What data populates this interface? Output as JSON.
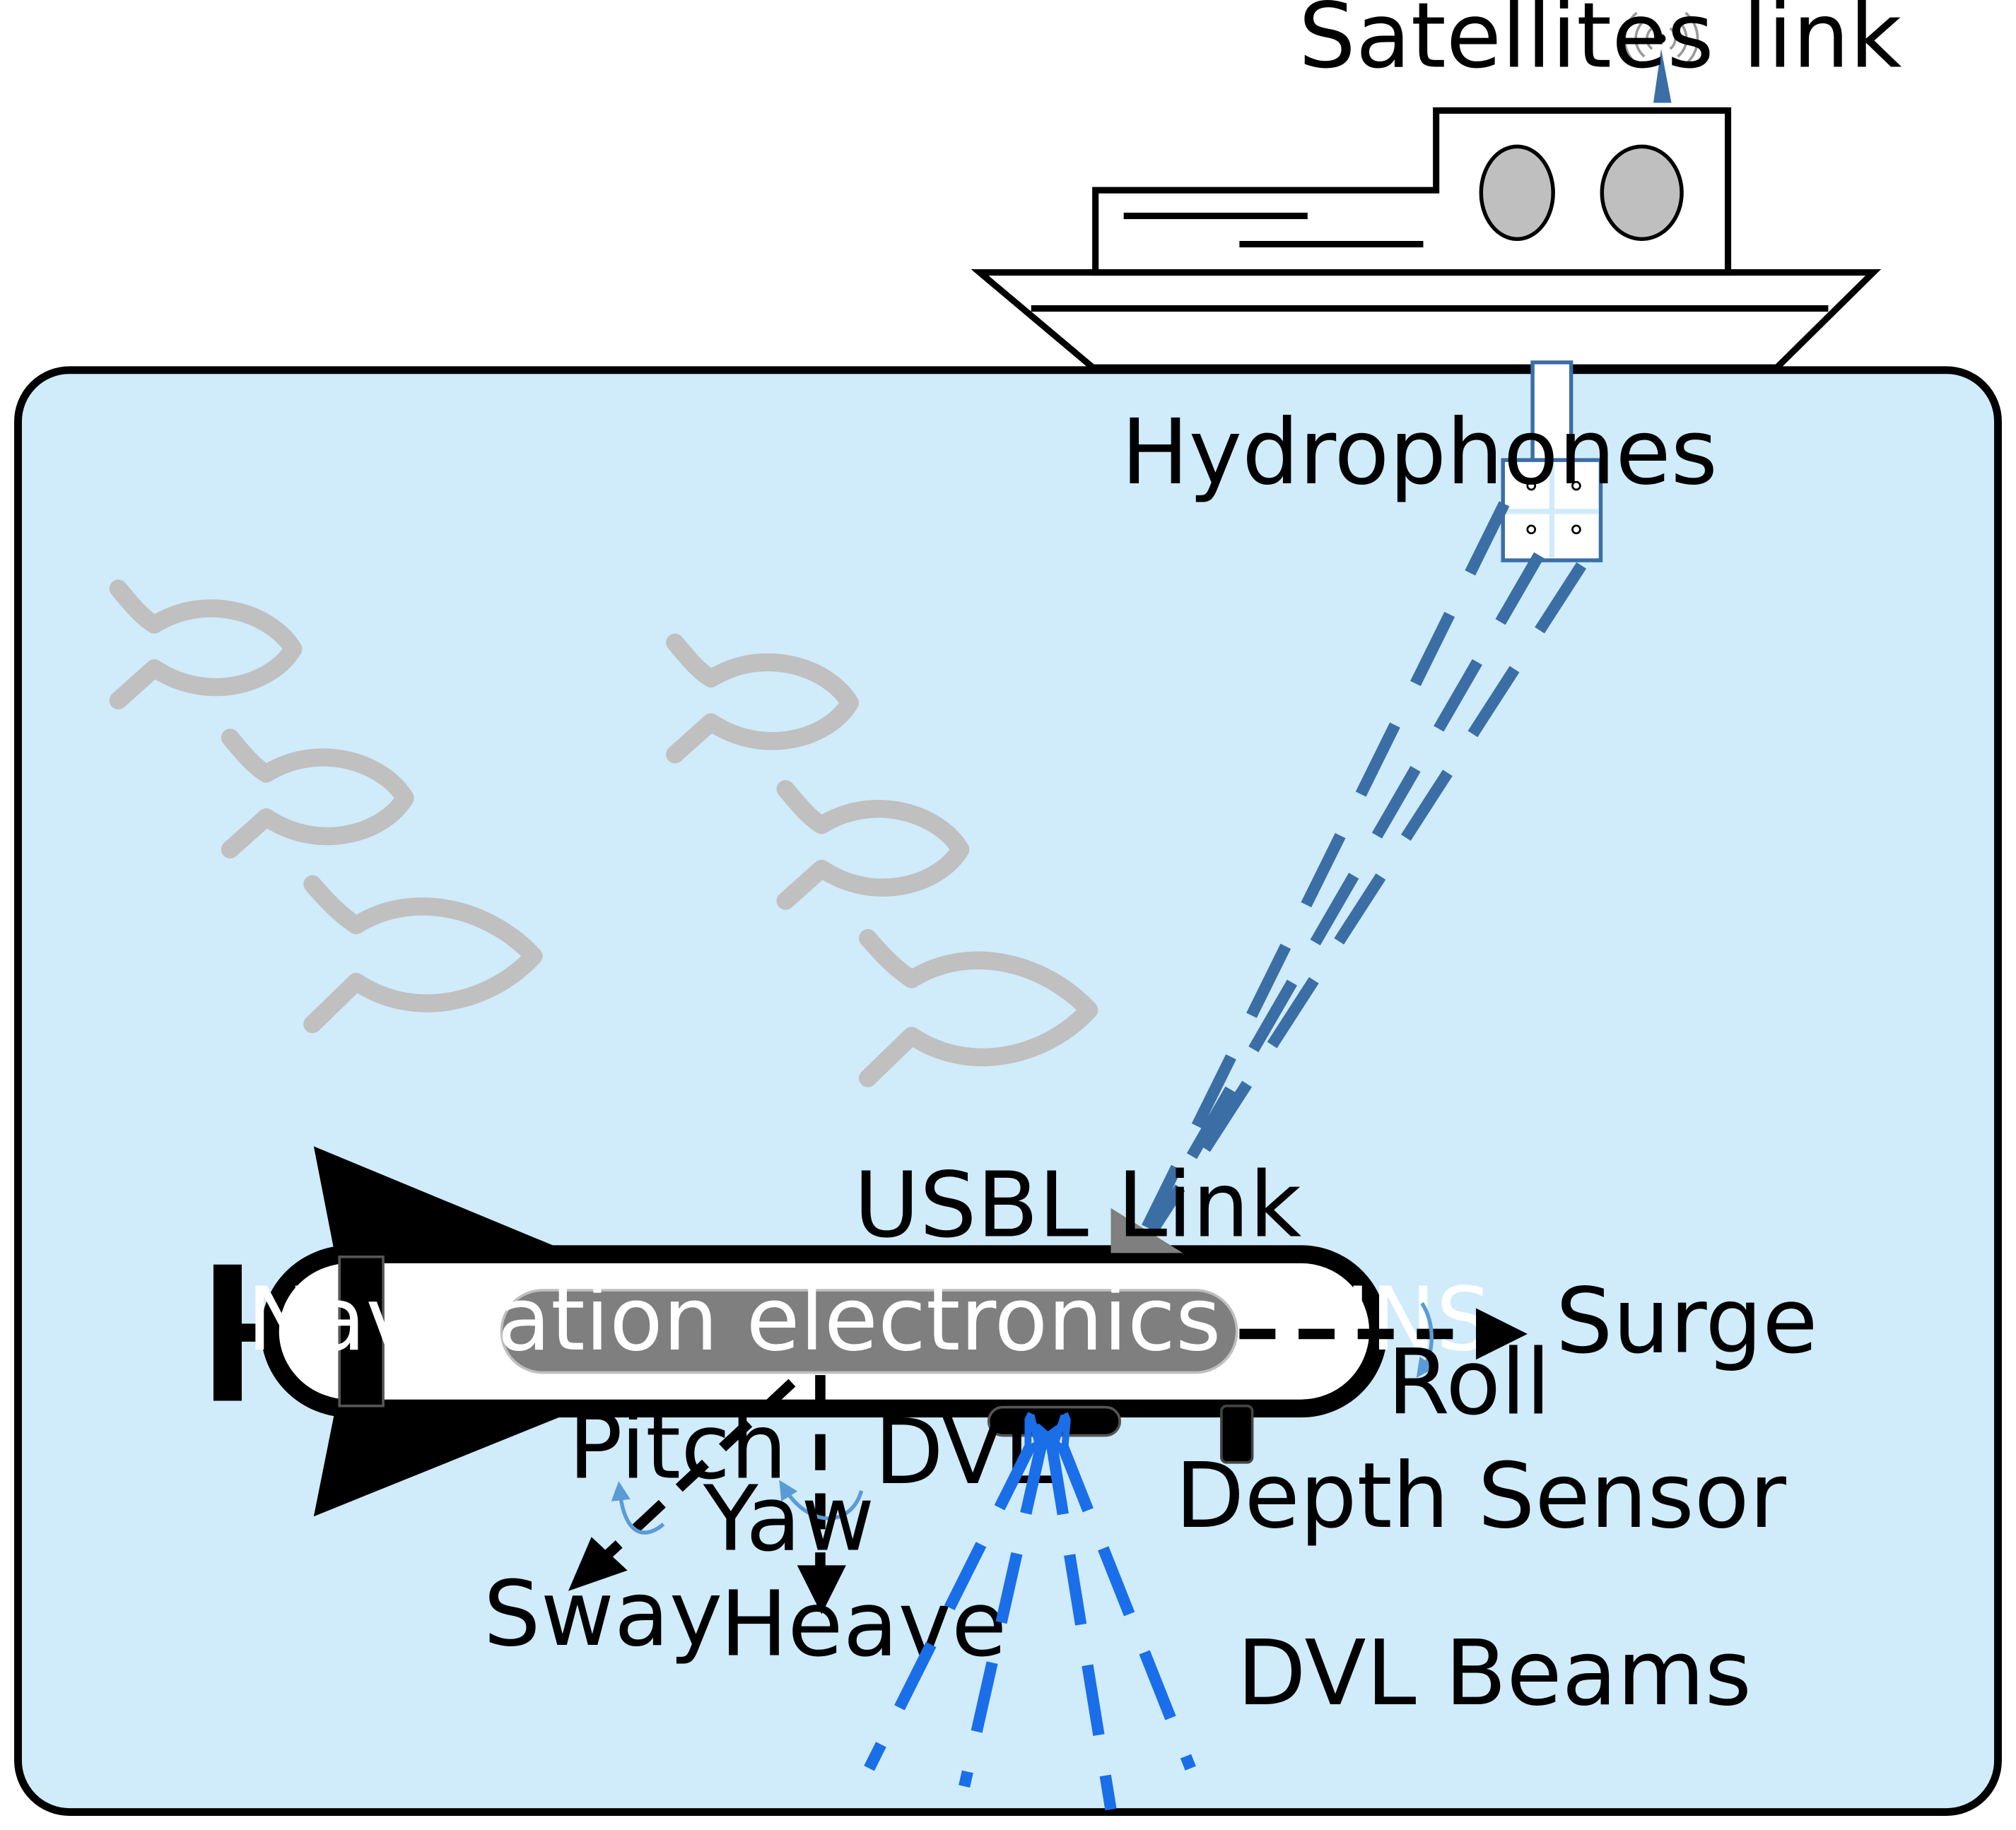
{
  "labels": {
    "satellites_link": "Satellites link",
    "hydrophones": "Hydrophones",
    "usbl_link": "USBL Link",
    "navigation": "Navigation electronics  & INS",
    "surge": "Surge",
    "roll": "Roll",
    "pitch": "Pitch",
    "dvl": "DVL",
    "yaw": "Yaw",
    "sway": "Sway",
    "heave": "Heave",
    "depth_sensor": "Depth Sensor",
    "dvl_beams": "DVL Beams"
  },
  "colors": {
    "water": "#d0ebfa",
    "outline": "#000000",
    "fish": "#c0c0c0",
    "usbl_line": "#3a6ea5",
    "dvl_beam": "#1a6ee8",
    "nav_box": "#7f7f7f",
    "rotation_arrow": "#5b9bd5",
    "ship_window": "#bfbfbf"
  }
}
